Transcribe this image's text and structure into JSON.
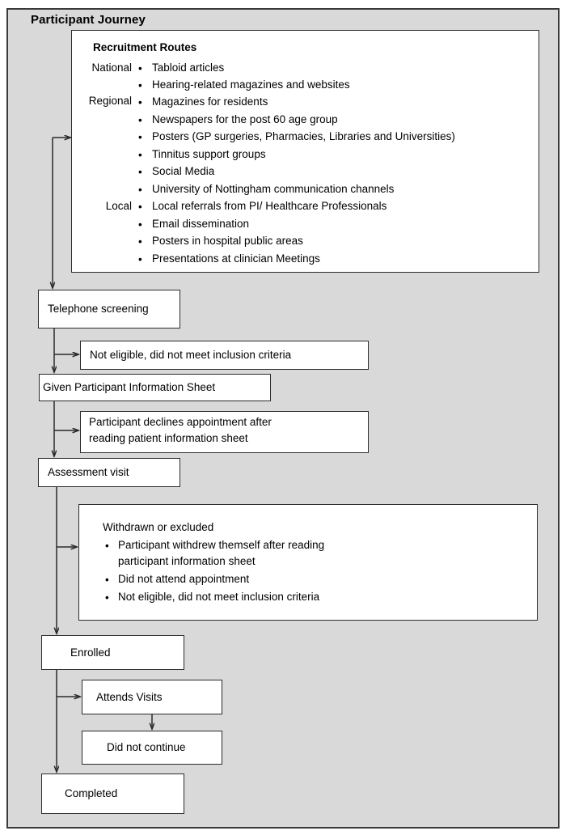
{
  "diagram": {
    "title": "Participant Journey",
    "type": "flowchart",
    "background_color": "#d9d9d9",
    "node_fill": "#ffffff",
    "line_color": "#2b2b2b"
  },
  "recruitment_panel": {
    "heading": "Recruitment Routes",
    "group_labels": [
      {
        "label": "National",
        "row": 0
      },
      {
        "label": "Regional",
        "row": 2
      },
      {
        "label": "Local",
        "row": 8
      }
    ],
    "items": [
      "Tabloid articles",
      "Hearing-related magazines and websites",
      "Magazines for residents",
      "Newspapers for the post 60 age group",
      "Posters (GP surgeries, Pharmacies, Libraries and Universities)",
      "Tinnitus support  groups",
      "Social Media",
      "University of Nottingham  communication  channels",
      "Local referrals from PI/ Healthcare Professionals",
      "Email dissemination",
      "Posters in  hospital public areas",
      "Presentations at clinician Meetings"
    ],
    "bullet_glyph": "•"
  },
  "nodes": {
    "telephone_screening": "Telephone screening",
    "not_eligible": "Not  eligible, did not meet inclusion criteria",
    "given_pis": "Given Participant Information  Sheet",
    "declines": {
      "line1": "Participant declines appointment  after",
      "line2": "reading patient information  sheet"
    },
    "assessment_visit": "Assessment visit",
    "withdrawn": {
      "heading": "Withdrawn or excluded",
      "bullets": [
        {
          "line1": "Participant withdrew themself after reading",
          "line2": "participant information sheet"
        },
        {
          "line1": "Did not attend appointment",
          "line2": ""
        },
        {
          "line1": "Not eligible, did not meet inclusion criteria",
          "line2": ""
        }
      ],
      "bullet_glyph": "•"
    },
    "enrolled": "Enrolled",
    "attends_visits": "Attends  Visits",
    "did_not_continue": "Did not continue",
    "completed": "Completed"
  }
}
